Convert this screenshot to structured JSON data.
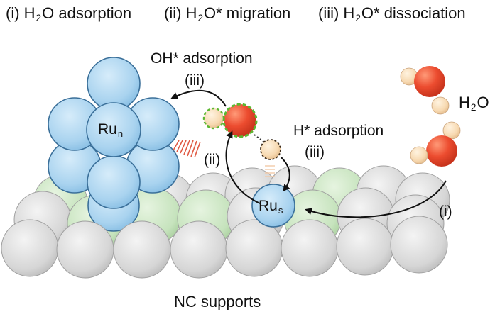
{
  "header": {
    "step1": {
      "prefix": "(i) H",
      "sub": "2",
      "suffix": "O adsorption"
    },
    "step2": {
      "prefix": "(ii) H",
      "sub": "2",
      "suffix": "O* migration"
    },
    "step3": {
      "prefix": "(iii) H",
      "sub": "2",
      "suffix": "O* dissociation"
    }
  },
  "labels": {
    "oh_adsorption": "OH* adsorption",
    "h_adsorption": "H* adsorption",
    "water": {
      "prefix": "H",
      "sub": "2",
      "suffix": "O"
    },
    "step_iii_top": "(iii)",
    "step_iii_right": "(iii)",
    "step_ii": "(ii)",
    "step_i": "(i)",
    "ru_cluster": {
      "base": "Ru",
      "sub": "n"
    },
    "ru_single": {
      "base": "Ru",
      "sub": "s"
    },
    "support": "NC supports"
  },
  "colors": {
    "cluster_blue": "#a9d3ef",
    "support_grey": "#d9d9d9",
    "support_green": "#c8e6c0",
    "oxygen_red": "#e8452c",
    "hydrogen_cream": "#f6d9b0",
    "dashed_green": "#6fbf3e",
    "stripe_red": "#e05a44"
  }
}
